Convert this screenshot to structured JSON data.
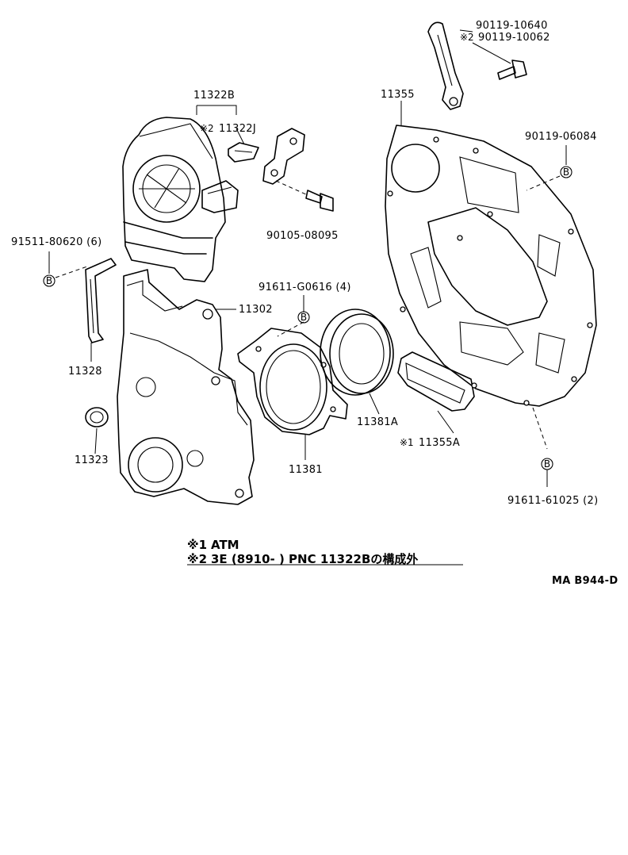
{
  "labels": {
    "p11322B": "11322B",
    "p11322J": "11322J",
    "p11302": "11302",
    "p11328": "11328",
    "p11323": "11323",
    "p90105_08095": "90105-08095",
    "p91511_80620": "91511-80620 (6)",
    "p91611_G0616": "91611-G0616 (4)",
    "p11381": "11381",
    "p11381A": "11381A",
    "p11355": "11355",
    "p11355A": "11355A",
    "p90119_10640": "90119-10640",
    "p90119_10062": "90119-10062",
    "p90119_06084": "90119-06084",
    "p91611_61025": "91611-61025 (2)"
  },
  "markers": {
    "asterisk2": "※2",
    "asterisk1": "※1",
    "bolt_symbol": "B"
  },
  "notes": {
    "note1_mark": "※1",
    "note1_text": "ATM",
    "note2_mark": "※2",
    "note2_text": "3E (8910-        ) PNC 11322Bの構成外"
  },
  "footer": {
    "diagram_code": "MA B944-D"
  }
}
